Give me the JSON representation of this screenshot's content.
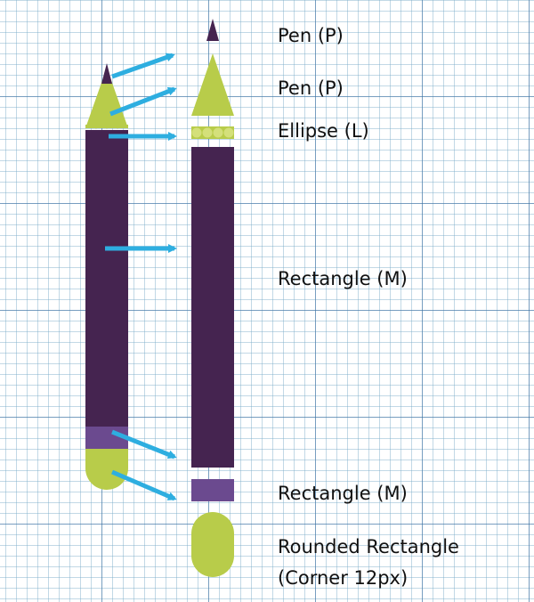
{
  "colors": {
    "pencil_body": "#452450",
    "pencil_ferrule": "#6b4a8f",
    "pencil_wood": "#b8cc4a",
    "pencil_lead": "#452450",
    "arrow": "#2eaee0",
    "grid_bg": "#ffffff"
  },
  "labels": {
    "lead": "Pen (P)",
    "tip": "Pen (P)",
    "scallops": "Ellipse (L)",
    "body": "Rectangle (M)",
    "band": "Rectangle (M)",
    "eraser_line1": "Rounded Rectangle",
    "eraser_line2": "(Corner 12px)"
  }
}
